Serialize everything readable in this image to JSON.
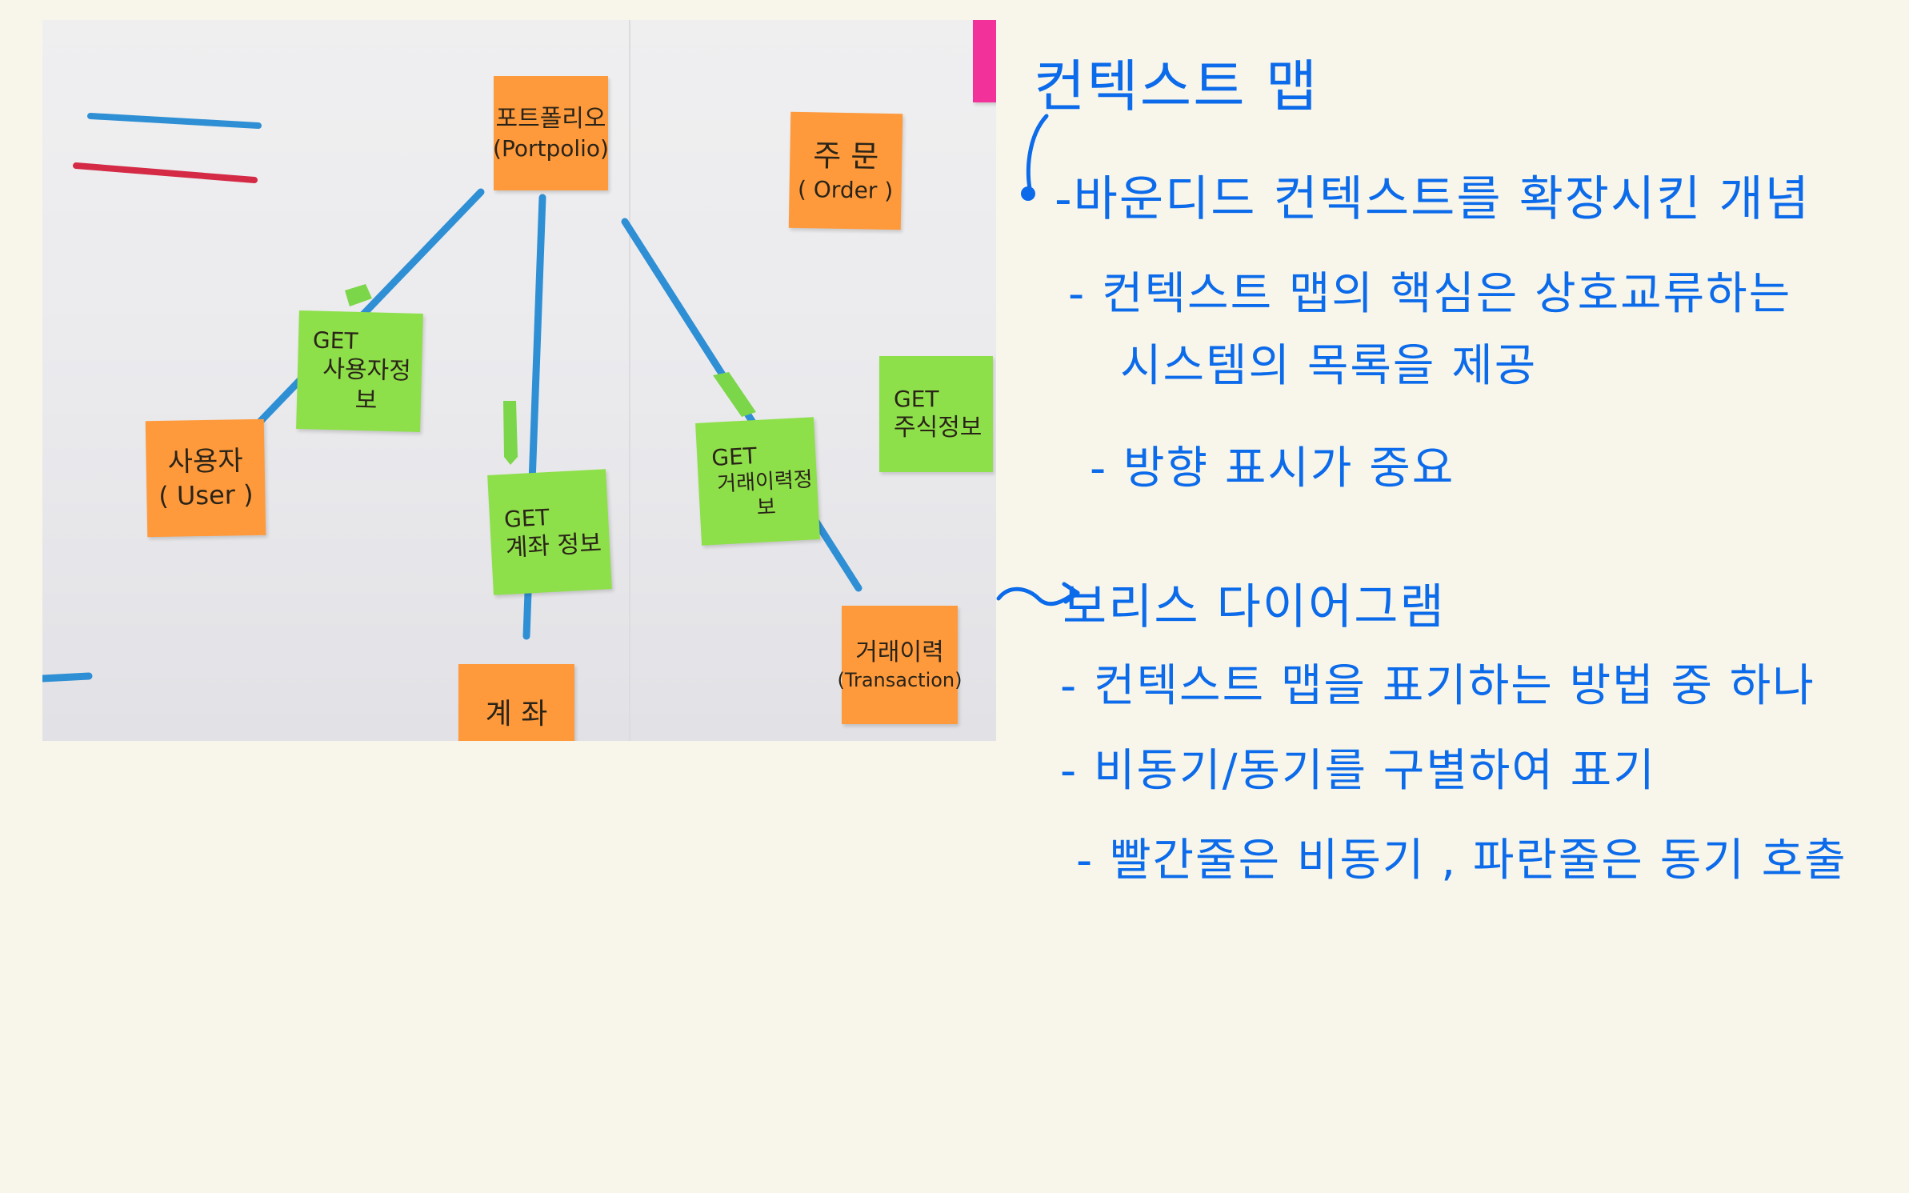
{
  "photo": {
    "notes": {
      "portfolio": {
        "line1": "포트폴리오",
        "line2": "(Portpolio)"
      },
      "order": {
        "line1": "주 문",
        "line2": "( Order )"
      },
      "user": {
        "line1": "사용자",
        "line2": "( User )"
      },
      "get_user_info": {
        "line1": "GET",
        "line2": "사용자정보"
      },
      "get_account_info": {
        "line1": "GET",
        "line2": "계좌 정보"
      },
      "get_transaction_info": {
        "line1": "GET",
        "line2": "거래이력정보"
      },
      "get_stock_info": {
        "line1": "GET",
        "line2": "주식정보"
      },
      "transaction": {
        "line1": "거래이력",
        "line2": "(Transaction)"
      },
      "account": {
        "line1": "계 좌"
      }
    },
    "colors": {
      "orange_note": "#ff9a3c",
      "green_note": "#8ee04a",
      "pink_note": "#f2319a",
      "blue_line": "#2f8fd4",
      "red_line": "#d42a45"
    }
  },
  "notes_text": {
    "title": "컨텍스트 맵",
    "item1": "-바운디드 컨텍스트를 확장시킨 개념",
    "item1_sub1_line1": "- 컨텍스트 맵의 핵심은 상호교류하는",
    "item1_sub1_line2": "시스템의 목록을 제공",
    "item1_sub2": "- 방향 표시가 중요",
    "heading2": "보리스 다이어그램",
    "item2_sub1": "- 컨텍스트 맵을 표기하는 방법 중 하나",
    "item2_sub2": "- 비동기/동기를 구별하여 표기",
    "item2_sub3": "- 빨간줄은 비동기 , 파란줄은 동기 호출",
    "ink_color": "#0c6bea"
  }
}
